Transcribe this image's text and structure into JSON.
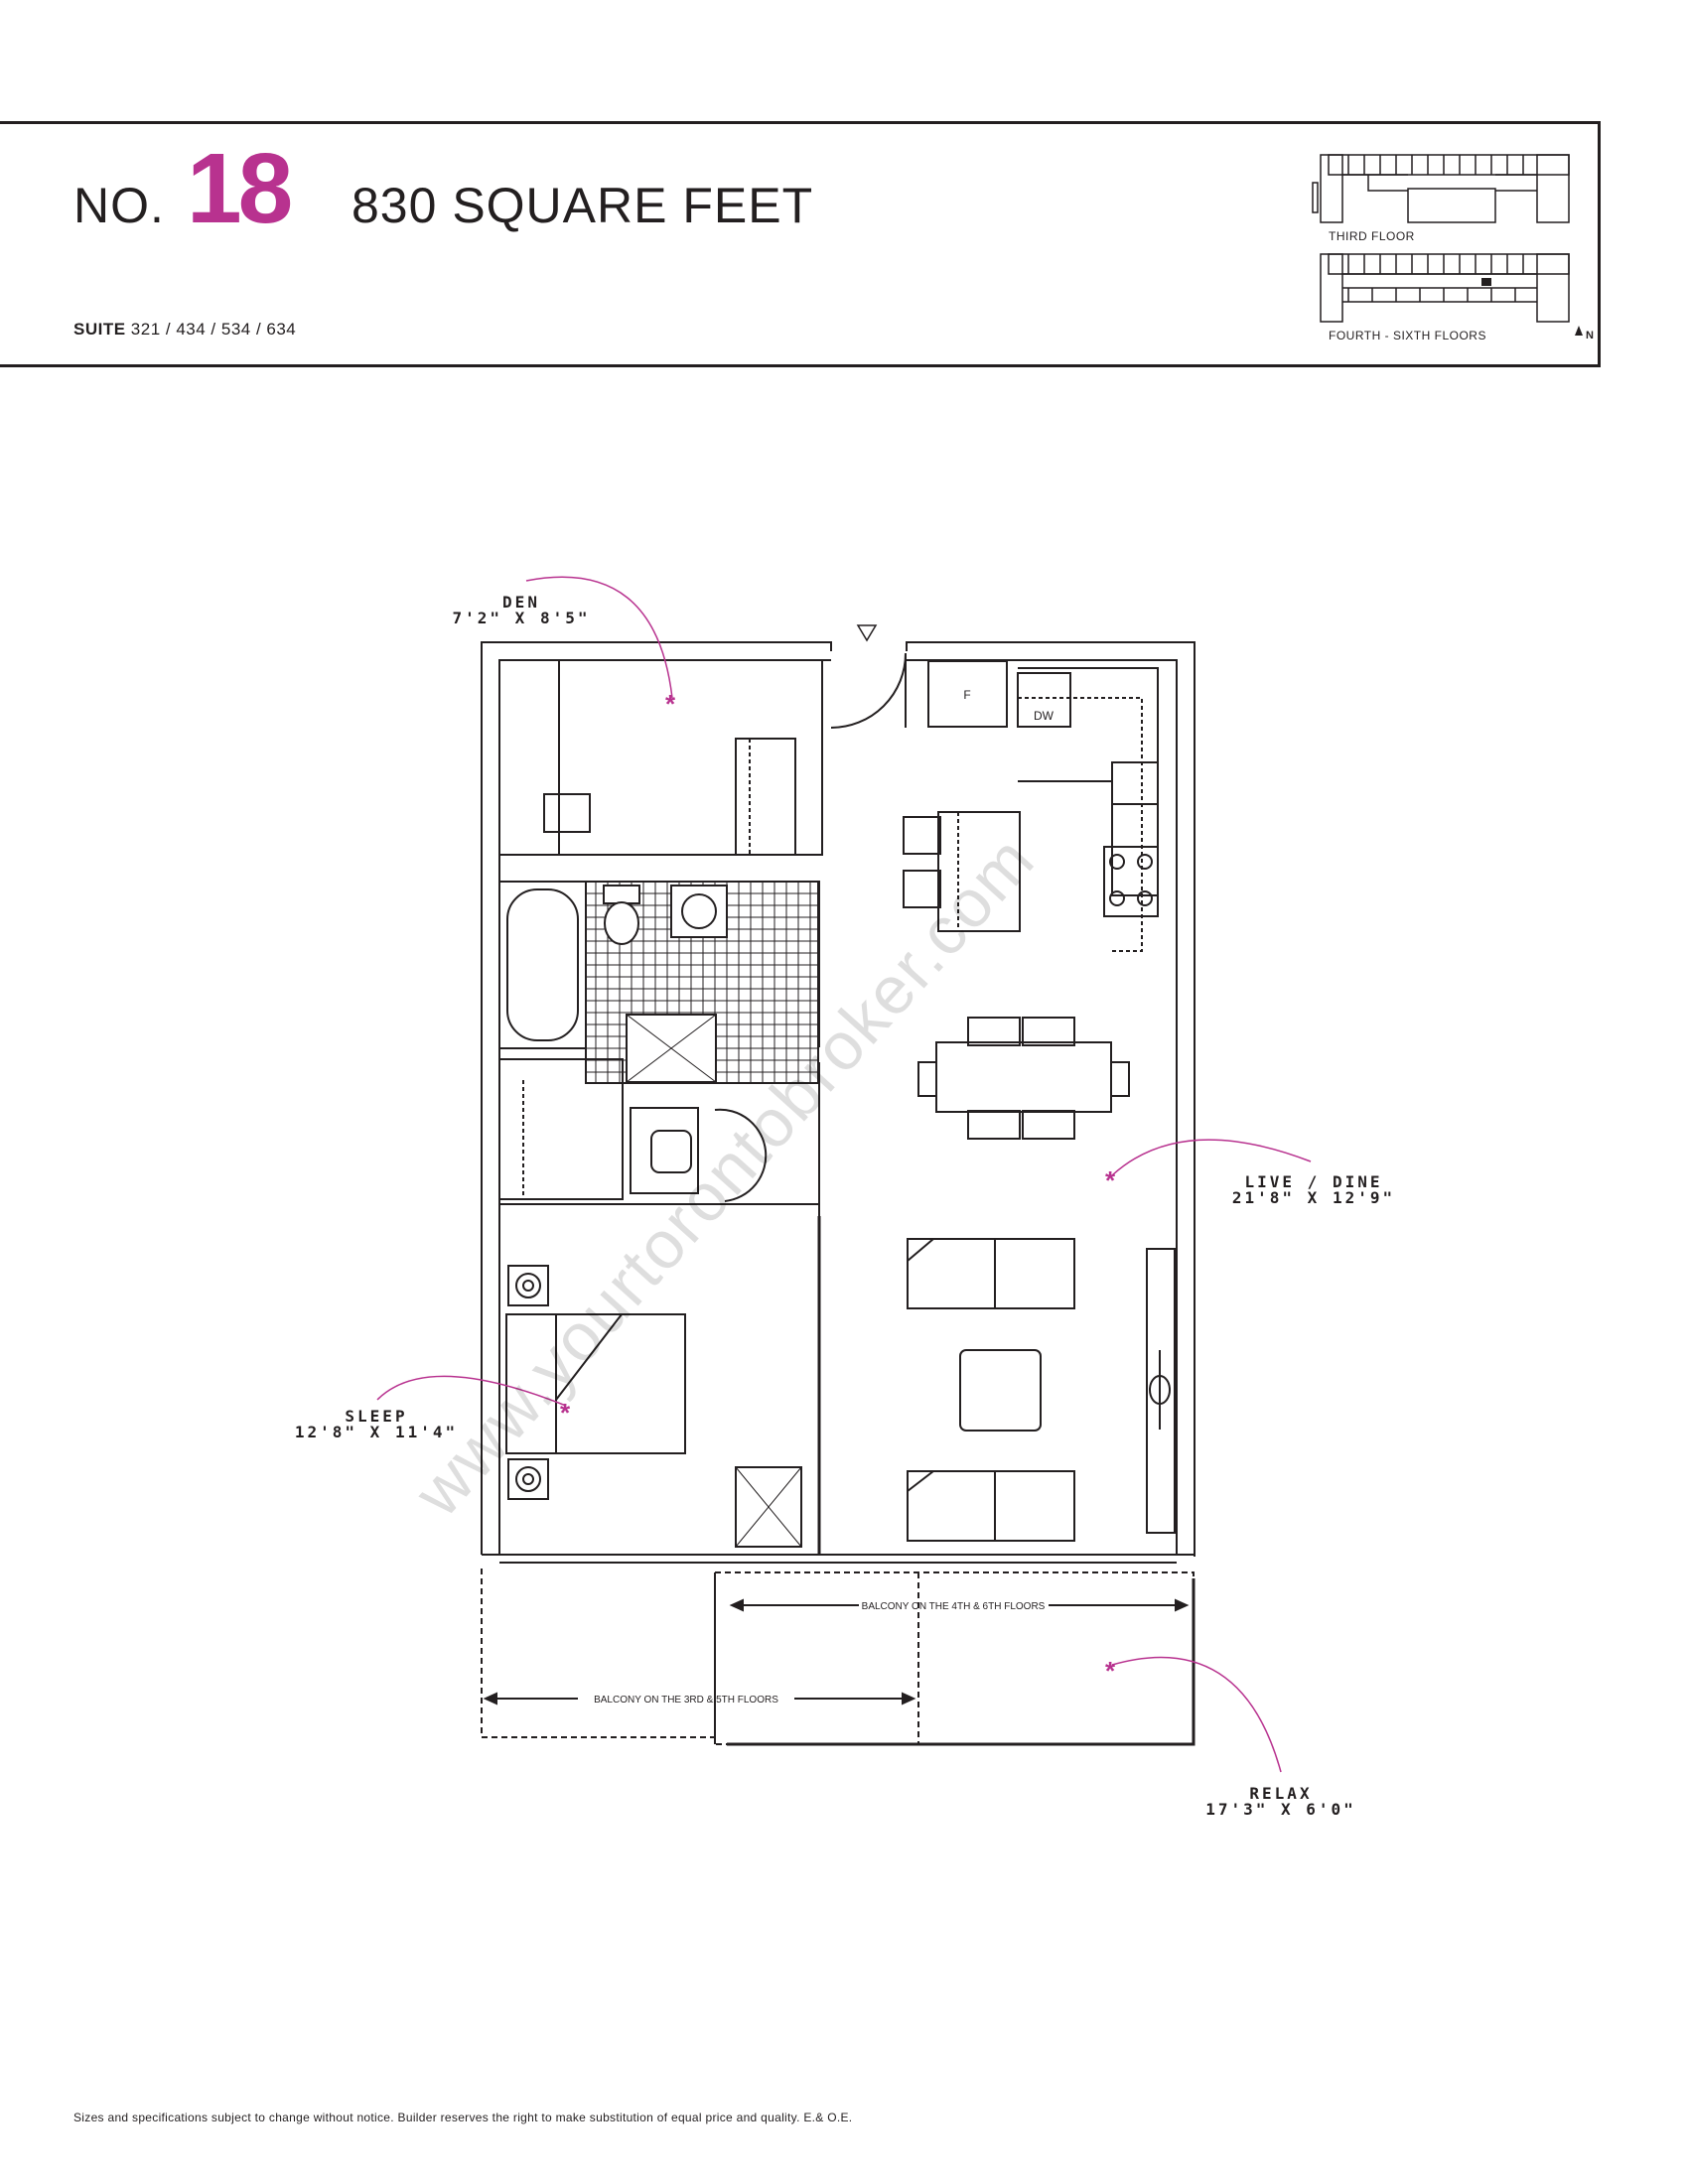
{
  "header": {
    "no_label": "NO.",
    "unit_number": "18",
    "square_feet": "830 SQUARE FEET",
    "suite_label": "SUITE",
    "suites": "321 / 434 / 534 / 634"
  },
  "keyplan": {
    "third_floor": "THIRD FLOOR",
    "fourth_sixth": "FOURTH - SIXTH FLOORS",
    "north": "N"
  },
  "rooms": {
    "den_name": "DEN",
    "den_size": "7'2\" X 8'5\"",
    "live_name": "LIVE / DINE",
    "live_size": "21'8\" X 12'9\"",
    "sleep_name": "SLEEP",
    "sleep_size": "12'8\" X 11'4\"",
    "relax_name": "RELAX",
    "relax_size": "17'3\" X 6'0\""
  },
  "appliances": {
    "fridge": "F",
    "dishwasher": "DW"
  },
  "balcony": {
    "upper_note": "BALCONY ON THE 4TH & 6TH FLOORS",
    "lower_note": "BALCONY ON THE 3RD & 5TH FLOORS"
  },
  "watermark": "www.yourtorontobroker.com",
  "footer": "Sizes and specifications subject to change without notice. Builder reserves the right to make substitution of equal price and quality. E.& O.E.",
  "colors": {
    "accent": "#b8328f",
    "ink": "#231f20"
  }
}
